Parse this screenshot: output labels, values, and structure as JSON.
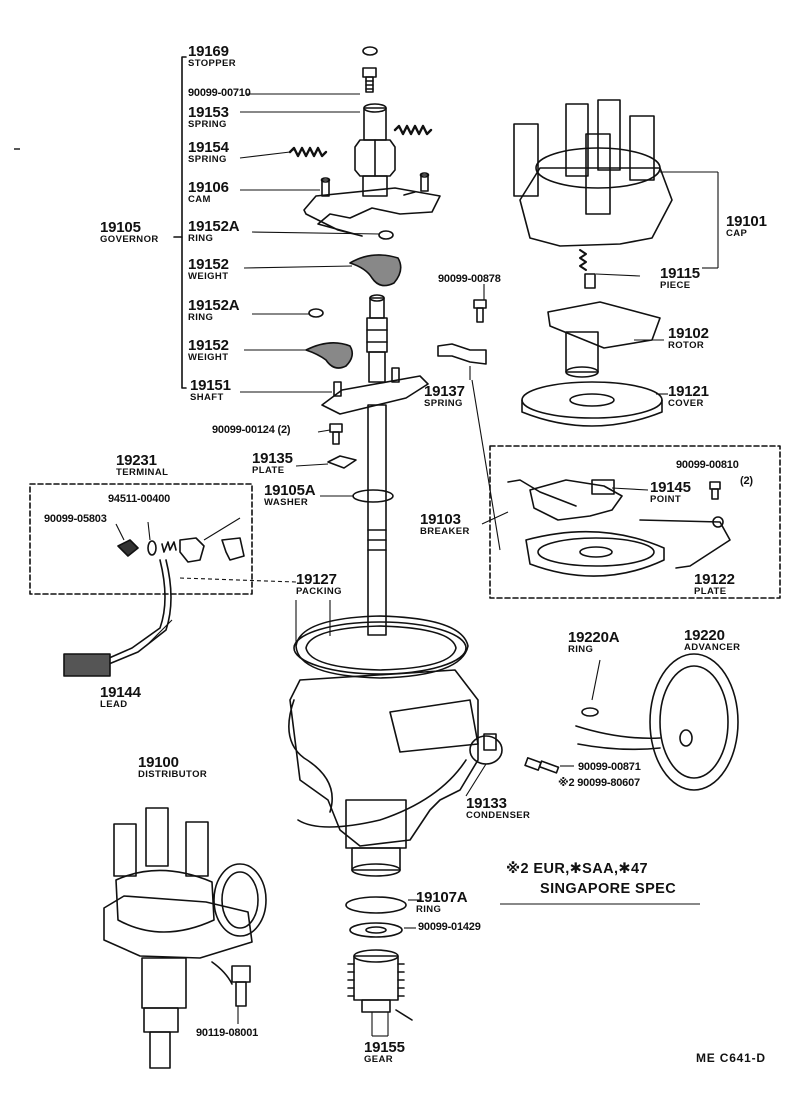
{
  "callouts": {
    "c19169": {
      "num": "19169",
      "name": "STOPPER"
    },
    "c19153": {
      "num": "19153",
      "name": "SPRING"
    },
    "c19154": {
      "num": "19154",
      "name": "SPRING"
    },
    "c19106": {
      "num": "19106",
      "name": "CAM"
    },
    "c19105": {
      "num": "19105",
      "name": "GOVERNOR"
    },
    "c19152A_a": {
      "num": "19152A",
      "name": "RING"
    },
    "c19152_a": {
      "num": "19152",
      "name": "WEIGHT"
    },
    "c19152A_b": {
      "num": "19152A",
      "name": "RING"
    },
    "c19152_b": {
      "num": "19152",
      "name": "WEIGHT"
    },
    "c19151": {
      "num": "19151",
      "name": "SHAFT"
    },
    "c19135": {
      "num": "19135",
      "name": "PLATE"
    },
    "c19105A": {
      "num": "19105A",
      "name": "WASHER"
    },
    "c19231": {
      "num": "19231",
      "name": "TERMINAL"
    },
    "c19127": {
      "num": "19127",
      "name": "PACKING"
    },
    "c19144": {
      "num": "19144",
      "name": "LEAD"
    },
    "c19100": {
      "num": "19100",
      "name": "DISTRIBUTOR"
    },
    "c19101": {
      "num": "19101",
      "name": "CAP"
    },
    "c19115": {
      "num": "19115",
      "name": "PIECE"
    },
    "c19102": {
      "num": "19102",
      "name": "ROTOR"
    },
    "c19121": {
      "num": "19121",
      "name": "COVER"
    },
    "c19137": {
      "num": "19137",
      "name": "SPRING"
    },
    "c19145": {
      "num": "19145",
      "name": "POINT"
    },
    "c19103": {
      "num": "19103",
      "name": "BREAKER"
    },
    "c19122": {
      "num": "19122",
      "name": "PLATE"
    },
    "c19220A": {
      "num": "19220A",
      "name": "RING"
    },
    "c19220": {
      "num": "19220",
      "name": "ADVANCER"
    },
    "c19133": {
      "num": "19133",
      "name": "CONDENSER"
    },
    "c19107A": {
      "num": "19107A",
      "name": "RING"
    },
    "c19155": {
      "num": "19155",
      "name": "GEAR"
    }
  },
  "part_numbers": {
    "p90099_00710": "90099-00710",
    "p90099_00124": "90099-00124 (2)",
    "p94511_00400": "94511-00400",
    "p90099_05803": "90099-05803",
    "p90099_00878": "90099-00878",
    "p90099_00810": "90099-00810",
    "p90099_00810_qty": "(2)",
    "p90099_00871": "90099-00871",
    "p90099_80607": "※2 90099-80607",
    "p90099_01429": "90099-01429",
    "p90119_08001": "90119-08001"
  },
  "notes": {
    "spec_line1": "※2 EUR,✱SAA,✱47",
    "spec_line2": "SINGAPORE SPEC",
    "diagram_code": "ME C641-D"
  },
  "icons": [
    "exploded-distributor-illustration",
    "assembled-distributor-illustration"
  ]
}
